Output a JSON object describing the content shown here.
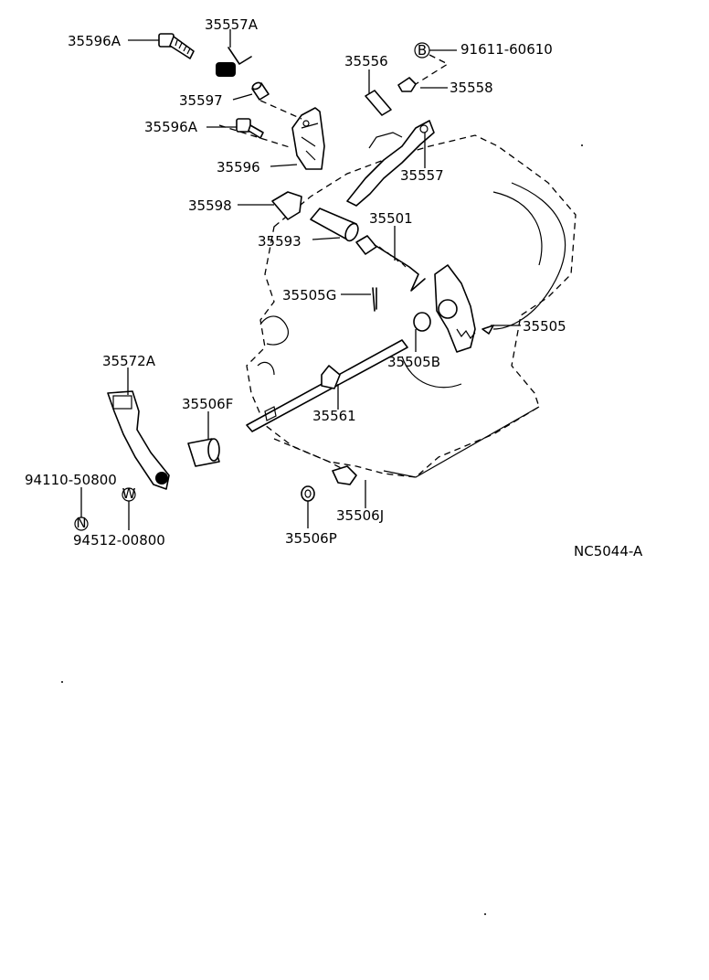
{
  "diagram_code": "NC5044-A",
  "labels": {
    "p35557A": "35557A",
    "p35596A_top": "35596A",
    "p91611": "91611-60610",
    "p35556": "35556",
    "p35558": "35558",
    "p35597": "35597",
    "p35596A_mid": "35596A",
    "p35596": "35596",
    "p35557": "35557",
    "p35598": "35598",
    "p35501": "35501",
    "p35593": "35593",
    "p35505G": "35505G",
    "p35505": "35505",
    "p35505B": "35505B",
    "p35572A": "35572A",
    "p35506F": "35506F",
    "p35561": "35561",
    "p94110": "94110-50800",
    "p35506J": "35506J",
    "p94512": "94512-00800",
    "p35506P": "35506P"
  },
  "symbols": {
    "b_mark": "B",
    "n_mark": "N",
    "w_mark": "W"
  }
}
